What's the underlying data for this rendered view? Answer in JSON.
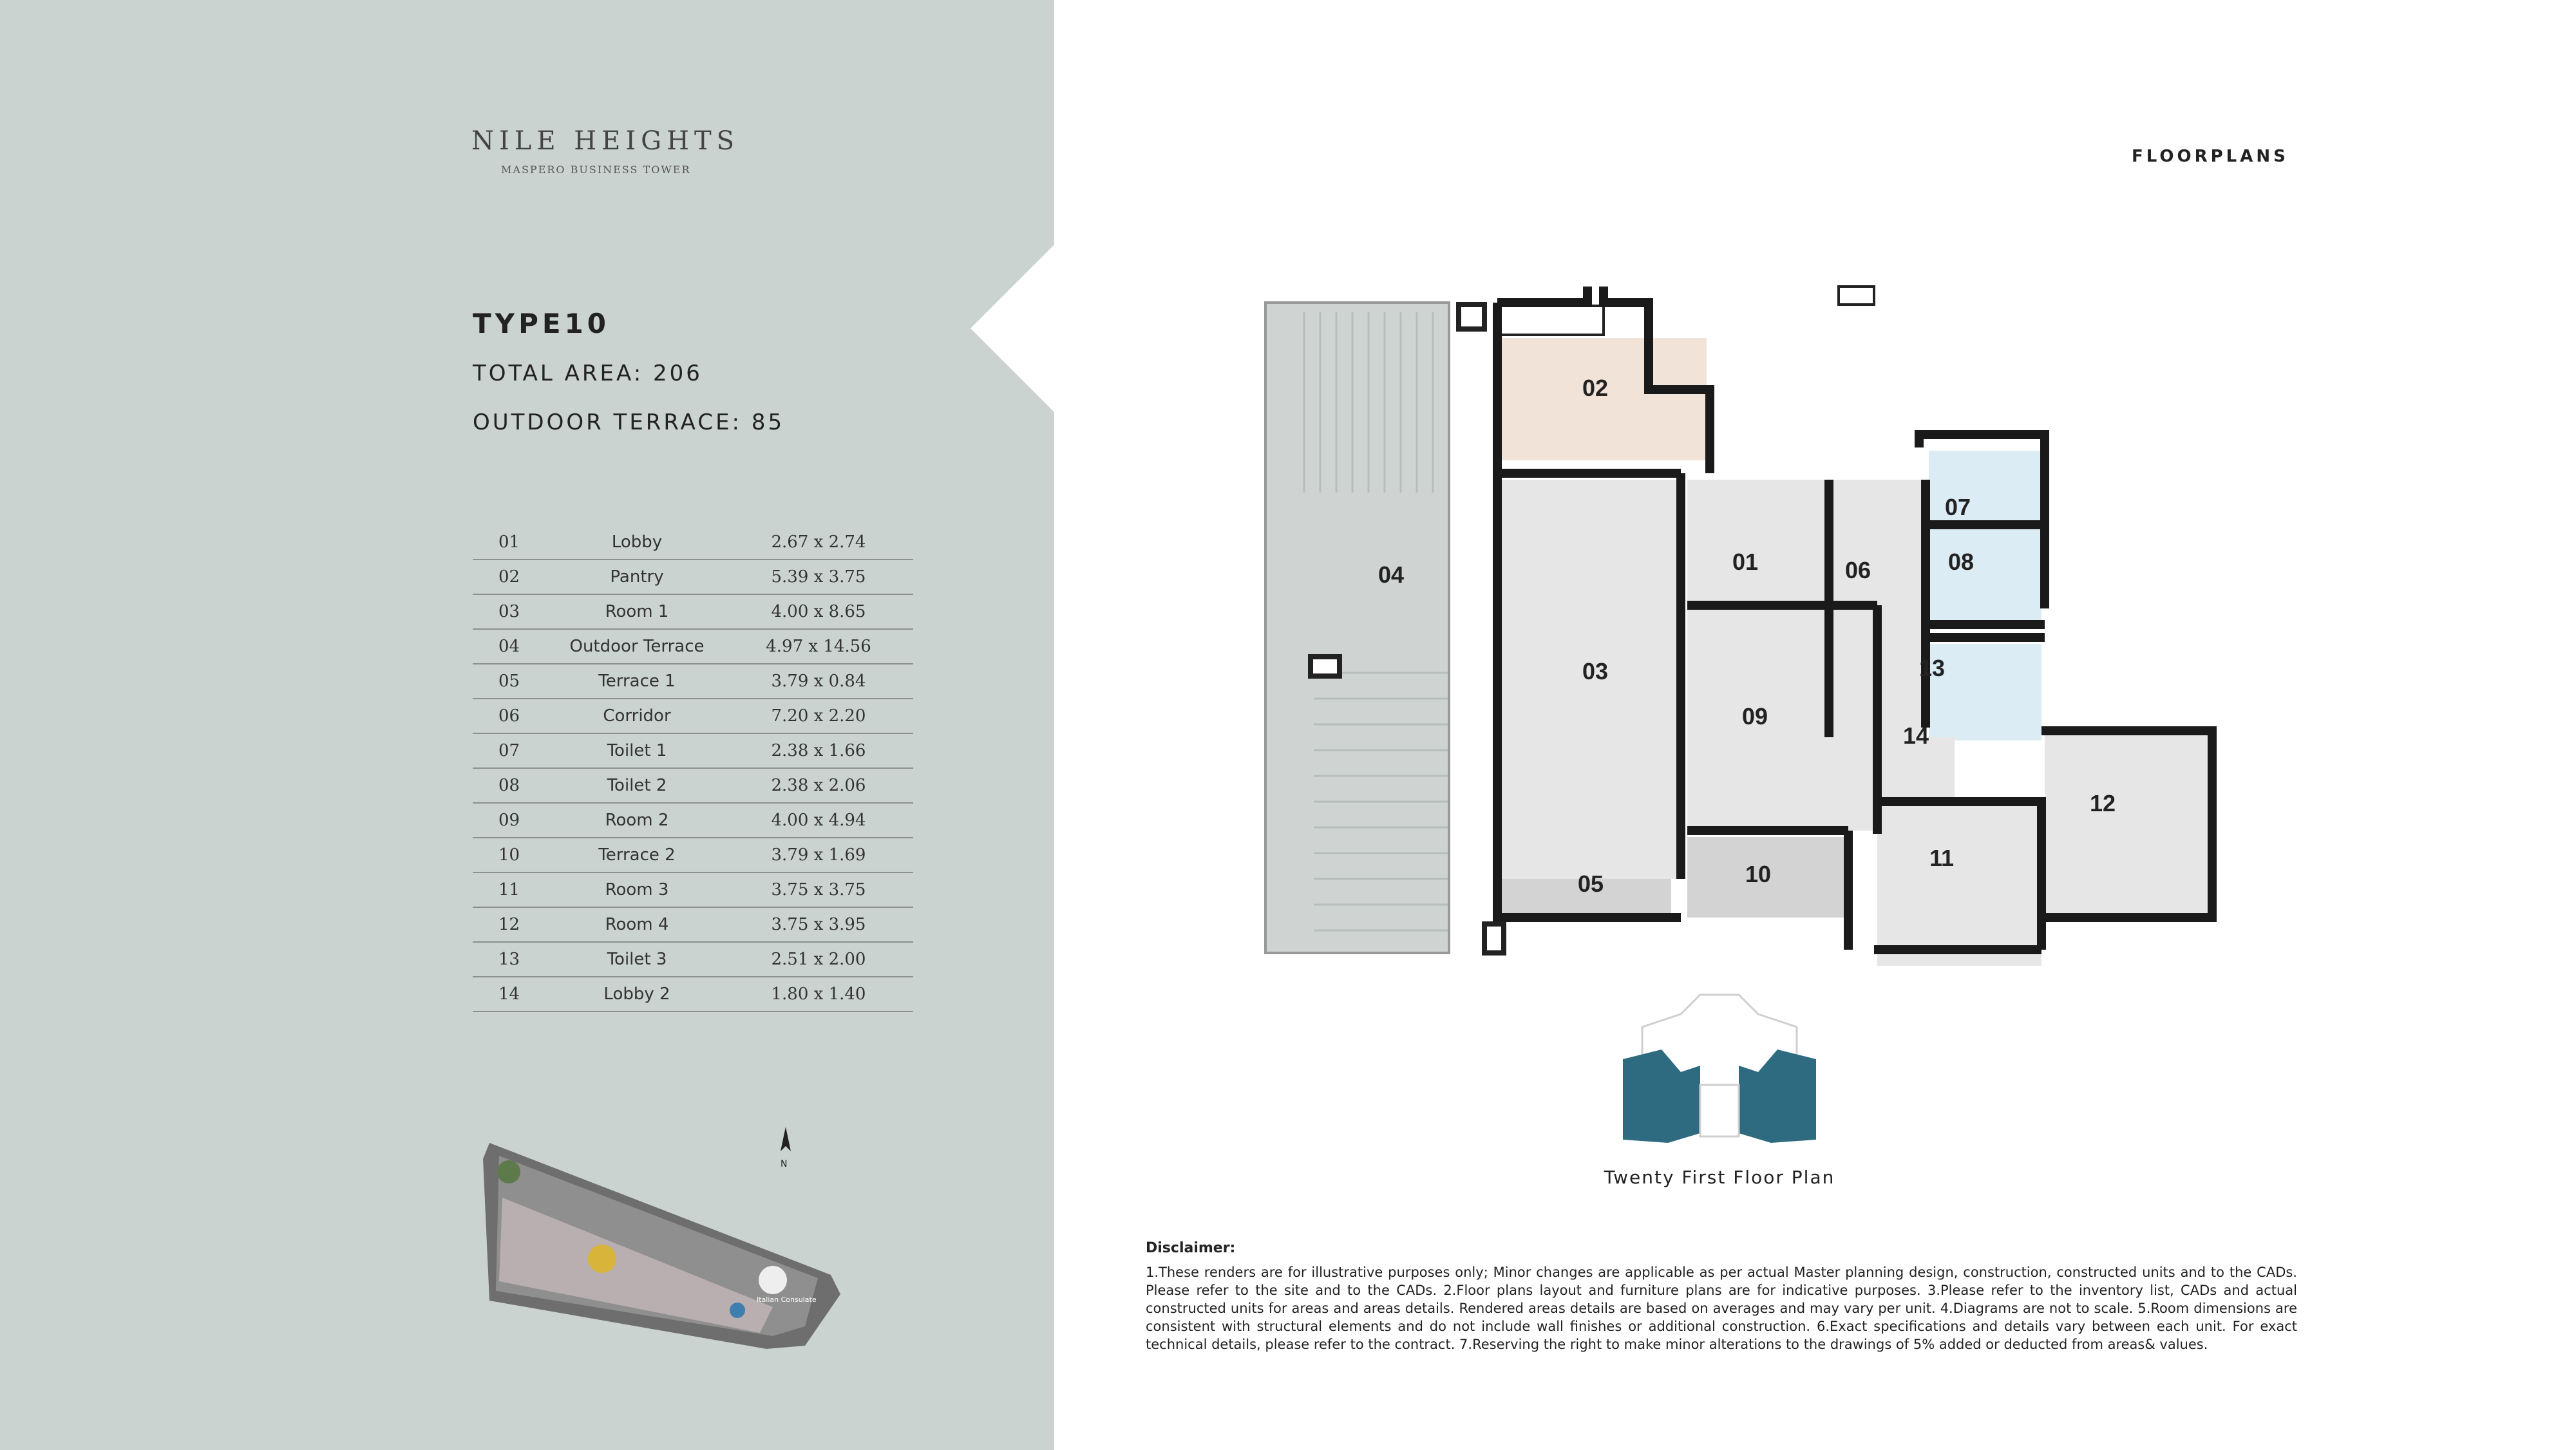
{
  "brand": {
    "title": "NILE HEIGHTS",
    "subtitle": "MASPERO BUSINESS TOWER"
  },
  "unit": {
    "type": "TYPE10",
    "total_area": "TOTAL AREA: 206",
    "outdoor_terrace": "OUTDOOR TERRACE: 85"
  },
  "rooms": [
    {
      "num": "01",
      "name": "Lobby",
      "dim": "2.67 x 2.74"
    },
    {
      "num": "02",
      "name": "Pantry",
      "dim": "5.39 x 3.75"
    },
    {
      "num": "03",
      "name": "Room 1",
      "dim": "4.00 x 8.65"
    },
    {
      "num": "04",
      "name": "Outdoor Terrace",
      "dim": "4.97 x 14.56"
    },
    {
      "num": "05",
      "name": "Terrace 1",
      "dim": "3.79 x 0.84"
    },
    {
      "num": "06",
      "name": "Corridor",
      "dim": "7.20 x 2.20"
    },
    {
      "num": "07",
      "name": "Toilet 1",
      "dim": "2.38 x 1.66"
    },
    {
      "num": "08",
      "name": "Toilet 2",
      "dim": "2.38 x 2.06"
    },
    {
      "num": "09",
      "name": "Room 2",
      "dim": "4.00 x 4.94"
    },
    {
      "num": "10",
      "name": "Terrace 2",
      "dim": "3.79 x 1.69"
    },
    {
      "num": "11",
      "name": "Room 3",
      "dim": "3.75 x 3.75"
    },
    {
      "num": "12",
      "name": "Room 4",
      "dim": "3.75 x 3.95"
    },
    {
      "num": "13",
      "name": "Toilet 3",
      "dim": "2.51 x 2.00"
    },
    {
      "num": "14",
      "name": "Lobby 2",
      "dim": "1.80 x 1.40"
    }
  ],
  "site_map": {
    "north": "N",
    "consulate": "Italian Consulate"
  },
  "header": {
    "section": "FLOORPLANS"
  },
  "floorplan": {
    "labels": [
      "01",
      "02",
      "03",
      "04",
      "05",
      "06",
      "07",
      "08",
      "09",
      "10",
      "11",
      "12",
      "13",
      "14"
    ],
    "key_plan_caption": "Twenty First Floor Plan"
  },
  "disclaimer": {
    "title": "Disclaimer:",
    "text": "1.These renders are for illustrative purposes only; Minor changes are applicable as per actual Master planning design, construction, constructed units and to the CADs. Please refer to the site and to the CADs. 2.Floor plans layout and furniture plans are for indicative purposes. 3.Please refer to the inventory list, CADs and actual constructed units for areas and areas details. Rendered areas details are based on averages and may vary per unit. 4.Diagrams are not to scale. 5.Room dimensions are consistent with structural elements and do not include wall finishes or additional construction. 6.Exact specifications and details vary between each unit. For exact technical details, please refer to the contract. 7.Reserving the right to make minor alterations to the drawings of 5% added or deducted from areas& values."
  },
  "colors": {
    "panel": "#cbd3d0",
    "pantry": "#f2e3d9",
    "toilet": "#dcecf5",
    "room": "#e6e6e6",
    "terrace": "#cfd4d3",
    "wall": "#1a1a1a",
    "keyplan_highlight": "#2f6b80"
  }
}
